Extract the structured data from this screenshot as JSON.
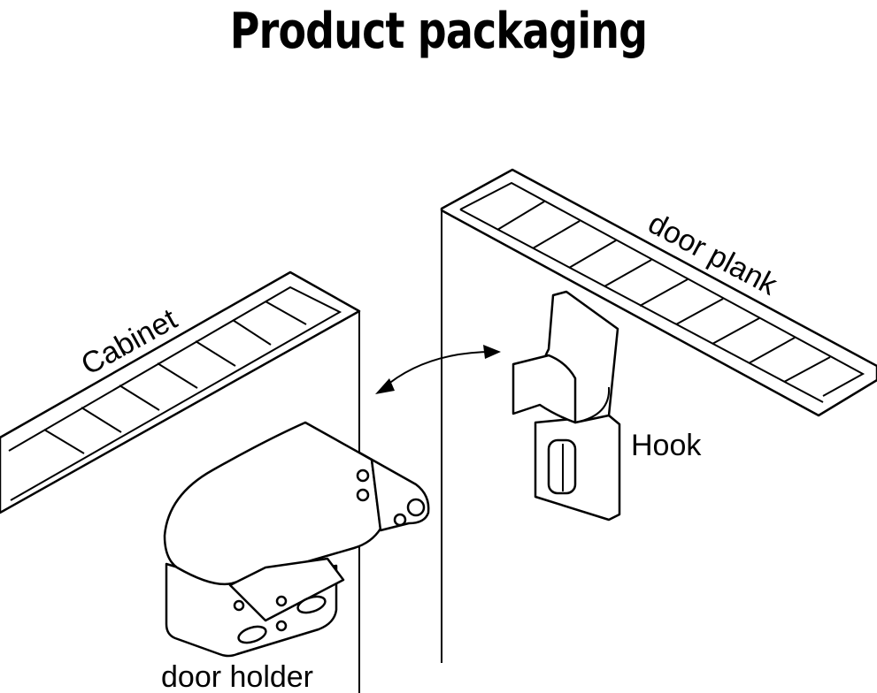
{
  "title": "Product packaging",
  "labels": {
    "cabinet": "Cabinet",
    "door_plank": "door plank",
    "hook": "Hook",
    "door_holder": "door holder"
  }
}
